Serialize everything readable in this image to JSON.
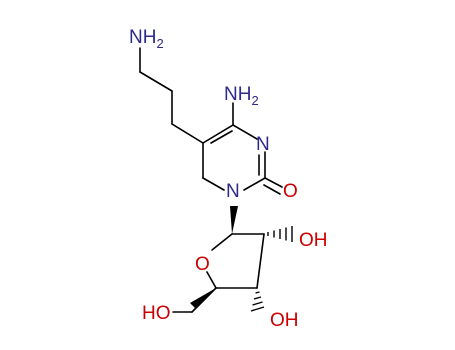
{
  "molecule": {
    "atoms": {
      "amine_terminal": {
        "text": "NH",
        "sub": "2"
      },
      "amine_ring": {
        "text": "NH",
        "sub": "2"
      },
      "n3": {
        "text": "N"
      },
      "n1": {
        "text": "N"
      },
      "carbonyl_o": {
        "text": "O"
      },
      "ring_o": {
        "text": "O"
      },
      "oh_2": {
        "text": "OH"
      },
      "oh_3": {
        "text": "OH"
      },
      "oh_5": {
        "text": "HO"
      }
    },
    "colors": {
      "nitrogen": "#2e2a8c",
      "oxygen": "#cc0000",
      "bond": "#000000"
    }
  }
}
